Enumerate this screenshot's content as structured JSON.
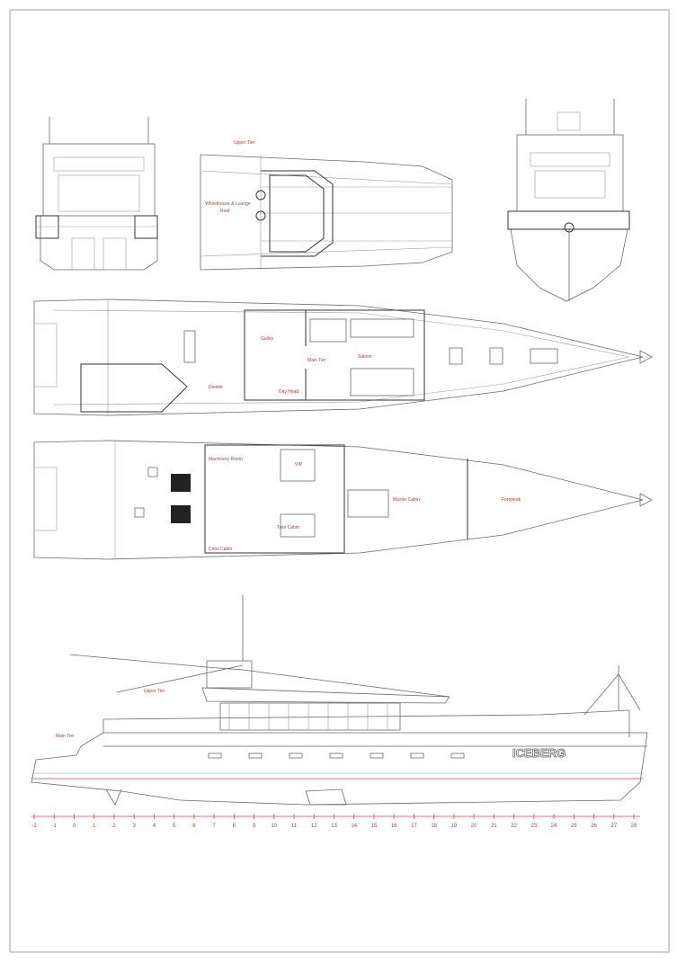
{
  "drawing": {
    "upper_deck": {
      "title": "Upper Tier",
      "room": "Wheelhouse & Lounge",
      "room_sub": "Roof"
    },
    "main_deck": {
      "rooms": [
        "Galley",
        "Main Tier",
        "Saloon",
        "Day Head",
        "Dinette"
      ]
    },
    "lower_deck": {
      "rooms": [
        "Machinery Room",
        "VIP",
        "Master Cabin",
        "Twin Cabin",
        "Forepeak",
        "Crew Cabin"
      ]
    },
    "profile": {
      "upper_label": "Upper Tier",
      "main_label": "Main Tier",
      "hull_name": "ICEBERG"
    },
    "ruler": {
      "ticks": [
        "-2",
        "-1",
        "0",
        "1",
        "2",
        "3",
        "4",
        "5",
        "6",
        "7",
        "8",
        "9",
        "10",
        "11",
        "12",
        "13",
        "14",
        "15",
        "16",
        "17",
        "18",
        "19",
        "20",
        "21",
        "22",
        "23",
        "24",
        "25",
        "26",
        "27",
        "28"
      ]
    }
  },
  "colors": {
    "line": "#6a6a6a",
    "annotation": "#c0392b",
    "waterline": "#d04a4a",
    "border": "#b0b0b0"
  }
}
